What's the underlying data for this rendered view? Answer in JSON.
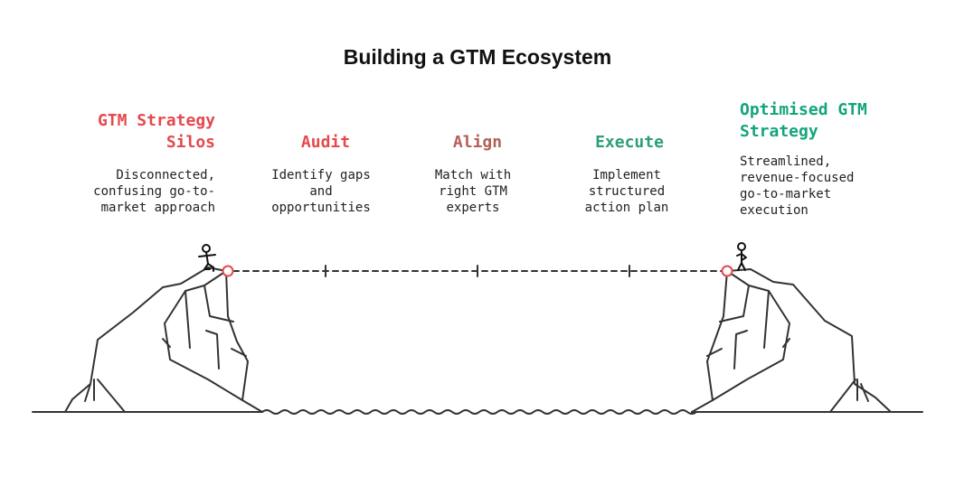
{
  "title": "Building a GTM Ecosystem",
  "colors": {
    "start": "#e5484d",
    "audit": "#e5484d",
    "align": "#b3605a",
    "execute": "#2e9e74",
    "end": "#13a57c",
    "line": "#333333"
  },
  "stages": {
    "start": {
      "heading": "GTM Strategy\nSilos",
      "desc": "Disconnected,\nconfusing go-to-\nmarket approach"
    },
    "audit": {
      "heading": "Audit",
      "desc": "Identify gaps\nand\nopportunities"
    },
    "align": {
      "heading": "Align",
      "desc": "Match with\nright GTM\nexperts"
    },
    "execute": {
      "heading": "Execute",
      "desc": "Implement\nstructured\naction plan"
    },
    "end": {
      "heading": "Optimised GTM\nStrategy",
      "desc": "Streamlined,\nrevenue-focused\ngo-to-market\nexecution"
    }
  }
}
